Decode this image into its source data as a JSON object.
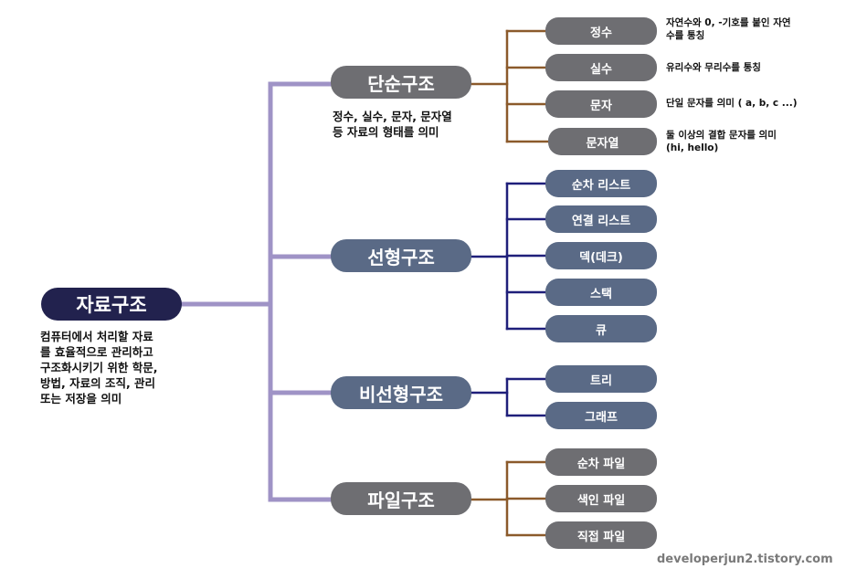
{
  "root": {
    "label": "자료구조",
    "desc": [
      "컴퓨터에서 처리할 자료",
      "를 효율적으로 관리하고",
      "구조화시키기 위한 학문,",
      "방법, 자료의 조직, 관리",
      "또는 저장을 의미"
    ]
  },
  "branches": [
    {
      "label": "단순구조",
      "desc": [
        "정수, 실수, 문자, 문자열",
        "등 자료의 형태를 의미"
      ],
      "children": [
        {
          "label": "정수",
          "note": [
            "자연수와 0, -기호를 붙인 자연",
            "수를 통칭"
          ]
        },
        {
          "label": "실수",
          "note": [
            "유리수와 무리수를 통칭"
          ]
        },
        {
          "label": "문자",
          "note": [
            "단일 문자를 의미 ( a, b, c ...)"
          ]
        },
        {
          "label": "문자열",
          "note": [
            "둘 이상의 결합 문자를 의미",
            "(hi, hello)"
          ]
        }
      ]
    },
    {
      "label": "선형구조",
      "children": [
        {
          "label": "순차 리스트"
        },
        {
          "label": "연결 리스트"
        },
        {
          "label": "덱(데크)"
        },
        {
          "label": "스택"
        },
        {
          "label": "큐"
        }
      ]
    },
    {
      "label": "비선형구조",
      "children": [
        {
          "label": "트리"
        },
        {
          "label": "그래프"
        }
      ]
    },
    {
      "label": "파일구조",
      "children": [
        {
          "label": "순차 파일"
        },
        {
          "label": "색인 파일"
        },
        {
          "label": "직접 파일"
        }
      ]
    }
  ],
  "watermark": "developerjun2.tistory.com",
  "colors": {
    "root_fill": "#22224e",
    "node_gray": "#6e6e72",
    "node_slate": "#5a6a86",
    "trunk_line": "#9f93c6",
    "brown_line": "#8b5a2b",
    "navy_line": "#1f1f7a"
  }
}
